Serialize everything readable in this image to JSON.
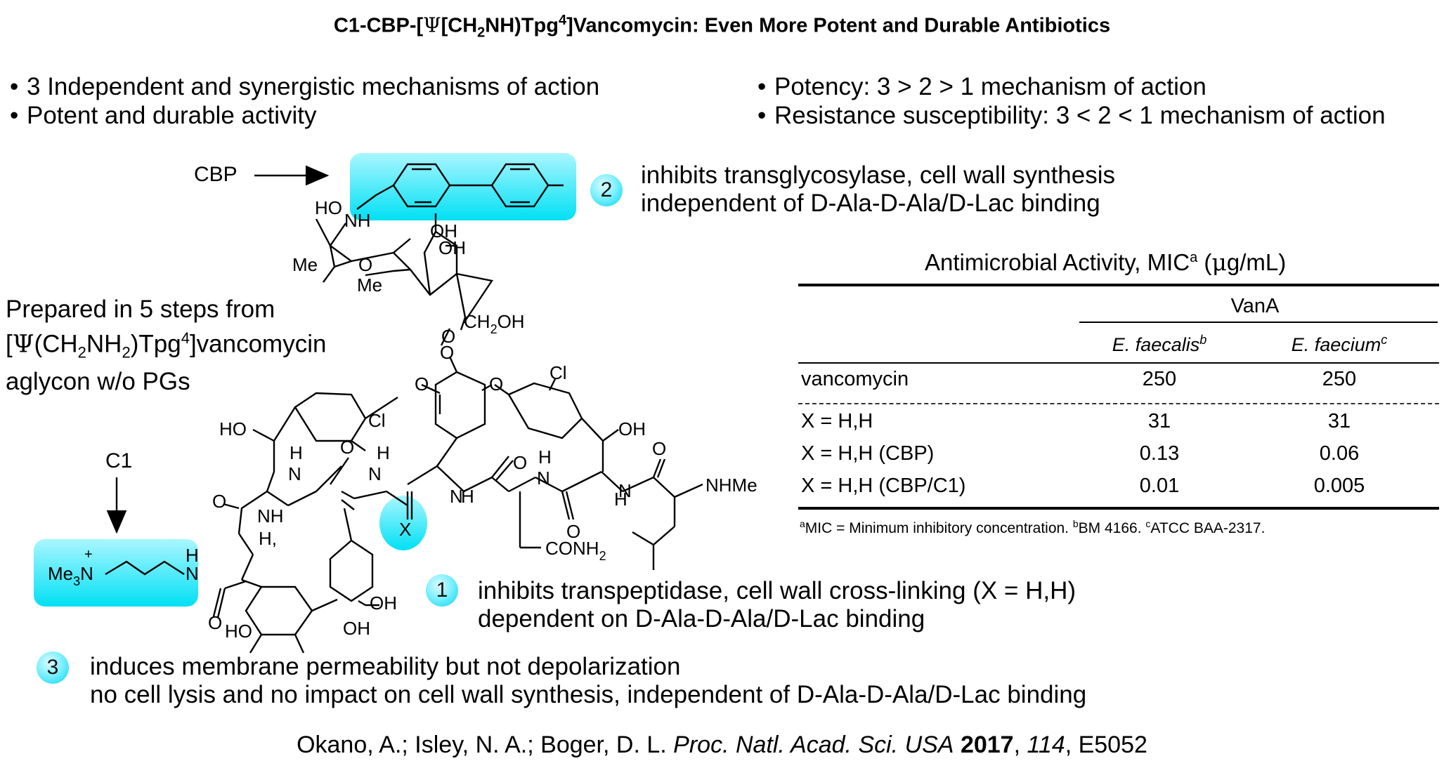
{
  "title": {
    "prefix": "C1-CBP-[",
    "psi": "Ψ",
    "mid1": "[CH",
    "sub2": "2",
    "mid2": "NH)Tpg",
    "sup4": "4",
    "suffix": "]Vancomycin: Even More Potent and Durable Antibiotics"
  },
  "bullets_left": [
    "3 Independent and synergistic mechanisms of action",
    "Potent and durable activity"
  ],
  "bullets_right": [
    "Potency:  3 > 2 > 1 mechanism of action",
    "Resistance susceptibility: 3 < 2 < 1 mechanism of action"
  ],
  "bullet_char": "•",
  "labels": {
    "cbp": "CBP",
    "c1": "C1",
    "x": "X"
  },
  "mechanisms": [
    {
      "num": "2",
      "line1": "inhibits transglycosylase, cell wall synthesis",
      "line2": "independent of D-Ala-D-Ala/D-Lac binding"
    },
    {
      "num": "1",
      "line1": "inhibits transpeptidase, cell wall cross-linking (X = H,H)",
      "line2": "dependent on D-Ala-D-Ala/D-Lac binding"
    },
    {
      "num": "3",
      "line1": "induces membrane permeability but not depolarization",
      "line2": "no cell lysis and no impact on cell wall synthesis, independent of D-Ala-D-Ala/D-Lac binding"
    }
  ],
  "prep": {
    "line1": "Prepared in 5 steps from",
    "line2_a": "[",
    "line2_psi": "Ψ",
    "line2_b": "(CH",
    "line2_s1": "2",
    "line2_c": "NH",
    "line2_s2": "2",
    "line2_d": ")Tpg",
    "line2_sup": "4",
    "line2_e": "]vancomycin",
    "line3": "aglycon w/o PGs"
  },
  "structure_text": {
    "ho_top": "HO",
    "nh_top": "NH",
    "oh1": "OH",
    "oh2": "OH",
    "me1": "Me",
    "me2": "Me",
    "o_ring": "O",
    "ch2oh": "CH",
    "ch2oh_sub": "2",
    "ch2oh_end": "OH",
    "o_link": "O",
    "o_ring2": "O",
    "cl_ring": "Cl",
    "o_left": "O",
    "o_right": "O",
    "cl_left": "Cl",
    "ho_left": "HO",
    "oh_right": "OH",
    "o_amide1": "O",
    "h_a": "H",
    "n_a": "N",
    "h_b": "H",
    "o_amide2": "O",
    "n_b": "N",
    "h_c": "H",
    "n_c": "N",
    "o_c": "O",
    "h_d": "H",
    "n_d": "N",
    "o_d": "O",
    "h_e": "H",
    "n_e": "N",
    "o_e": "O",
    "nhme": "NHMe",
    "o_left2": "O",
    "nh_left": "NH",
    "h_ah": "H,",
    "o_bottom": "O",
    "conh2": "CONH",
    "conh2_sub": "2",
    "oh_b1": "OH",
    "ho_b": "HO",
    "oh_b2": "OH",
    "me3n": "Me",
    "me3n_sub": "3",
    "me3n_n": "N",
    "plus": "+",
    "h_n": "H",
    "n_n": "N"
  },
  "table": {
    "title_a": "Antimicrobial Activity, MIC",
    "title_sup": "a",
    "title_b": " (",
    "title_mu": "μ",
    "title_c": "g/mL)",
    "group": "VanA",
    "col1": "E. faecalis",
    "col1_sup": "b",
    "col2": "E. faecium",
    "col2_sup": "c",
    "rows": [
      {
        "compound": "vancomycin",
        "v1": "250",
        "v2": "250"
      },
      {
        "compound": "X = H,H",
        "v1": "31",
        "v2": "31"
      },
      {
        "compound": "X = H,H (CBP)",
        "v1": "0.13",
        "v2": "0.06"
      },
      {
        "compound": "X = H,H (CBP/C1)",
        "v1": "0.01",
        "v2": "0.005"
      }
    ],
    "footnote": {
      "a_sup": "a",
      "a_text": "MIC = Minimum inhibitory concentration. ",
      "b_sup": "b",
      "b_text": "BM 4166.  ",
      "c_sup": "c",
      "c_text": "ATCC BAA-2317."
    }
  },
  "citation": {
    "authors": "Okano, A.; Isley, N. A.; Boger, D. L. ",
    "journal": "Proc. Natl. Acad. Sci. USA",
    "year": "2017",
    "sep1": ", ",
    "volume": "114",
    "pages": ", E5052"
  },
  "colors": {
    "highlight": "#00e0f4",
    "badge": "#7ff0ff"
  }
}
